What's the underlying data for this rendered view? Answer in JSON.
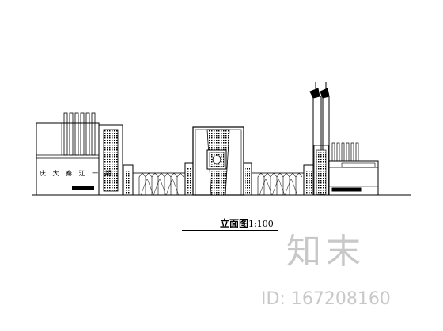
{
  "drawing": {
    "title": "立面图",
    "scale": "1:100",
    "sign_text": "庆 大 秦 江 一 期"
  },
  "watermark": {
    "logo": "知末",
    "id": "ID: 167208160"
  },
  "colors": {
    "line": "#000000",
    "watermark": "#c8c8c8"
  }
}
